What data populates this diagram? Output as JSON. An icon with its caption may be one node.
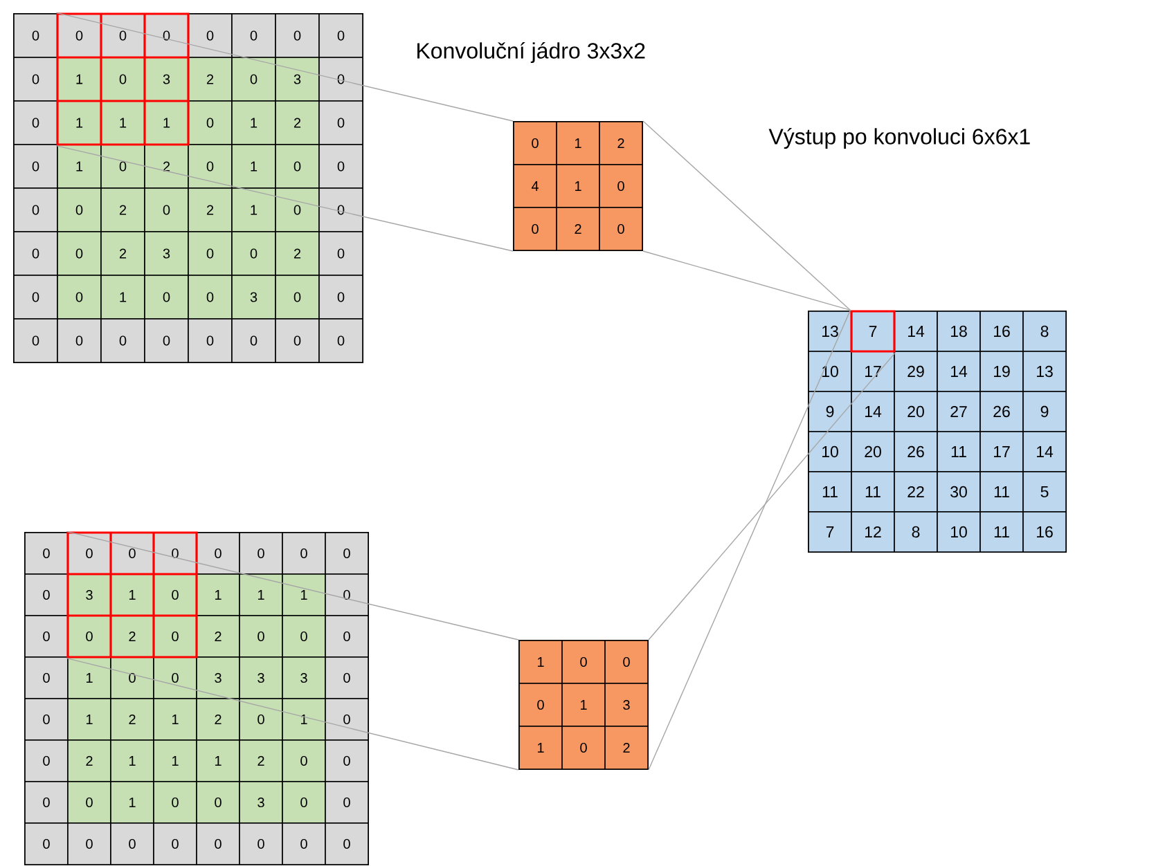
{
  "diagram": {
    "nodes": [
      {
        "text": [
          "0",
          "0",
          "0",
          "0",
          "0",
          "0",
          "2",
          "0",
          "3",
          "0",
          "0",
          "0",
          "1",
          "2",
          "0",
          "0",
          "1",
          "0",
          "2",
          "0",
          "1",
          "0",
          "0",
          "0",
          "0",
          "2",
          "0",
          "2",
          "1",
          "0",
          "0",
          "0",
          "0",
          "2",
          "3",
          "0",
          "0",
          "2",
          "0",
          "0",
          "0",
          "1",
          "0",
          "0",
          "3",
          "0",
          "0",
          "0",
          "0",
          "0",
          "0",
          "0",
          "0",
          "0",
          "0"
        ]
      },
      {
        "text": [
          "0",
          "0",
          "0",
          "1",
          "0",
          "3",
          "1",
          "1",
          "1"
        ],
        "in": 0
      },
      {
        "text": [
          "0",
          "1",
          "2",
          "4",
          "1",
          "0",
          "0",
          "2",
          "0"
        ]
      },
      {
        "text": [
          "0",
          "0",
          "0",
          "0",
          "0",
          "0",
          "1",
          "1",
          "1",
          "0",
          "0",
          "2",
          "0",
          "0",
          "0",
          "0",
          "1",
          "0",
          "0",
          "3",
          "3",
          "3",
          "0",
          "0",
          "1",
          "2",
          "1",
          "2",
          "0",
          "1",
          "0",
          "0",
          "2",
          "1",
          "1",
          "1",
          "2",
          "0",
          "0",
          "0",
          "0",
          "1",
          "0",
          "0",
          "3",
          "0",
          "0",
          "0",
          "0",
          "0",
          "0",
          "0",
          "0",
          "0",
          "0"
        ]
      },
      {
        "text": [
          "0",
          "0",
          "0",
          "3",
          "1",
          "0",
          "0",
          "2",
          "0"
        ],
        "in": 3
      },
      {
        "text": [
          "1",
          "0",
          "0",
          "0",
          "1",
          "3",
          "1",
          "0",
          "2"
        ]
      },
      {
        "text": [
          "13",
          "14",
          "18",
          "16",
          "8",
          "10",
          "17",
          "29",
          "14",
          "19",
          "13",
          "9",
          "14",
          "20",
          "27",
          "26",
          "9",
          "10",
          "20",
          "26",
          "11",
          "17",
          "14",
          "11",
          "11",
          "22",
          "30",
          "11",
          "5",
          "7",
          "12",
          "8",
          "10",
          "11",
          "16"
        ]
      },
      {
        "text": [
          "7"
        ],
        "in": 6
      }
    ],
    "edges": [
      {
        "from": 1,
        "to": 2,
        "arrow": "none"
      },
      {
        "from": 1,
        "to": 2,
        "arrow": "none"
      },
      {
        "from": 2,
        "to": 7,
        "arrow": "none"
      },
      {
        "from": 2,
        "to": 7,
        "arrow": "none"
      },
      {
        "from": 4,
        "to": 5,
        "arrow": "none"
      },
      {
        "from": 4,
        "to": 5,
        "arrow": "none"
      },
      {
        "from": 5,
        "to": 7,
        "arrow": "none"
      },
      {
        "from": 5,
        "to": 7,
        "arrow": "none"
      }
    ],
    "labels": [
      "Konvoluční jádro 3x3x2",
      "Výstup po konvoluci 6x6x1"
    ]
  }
}
